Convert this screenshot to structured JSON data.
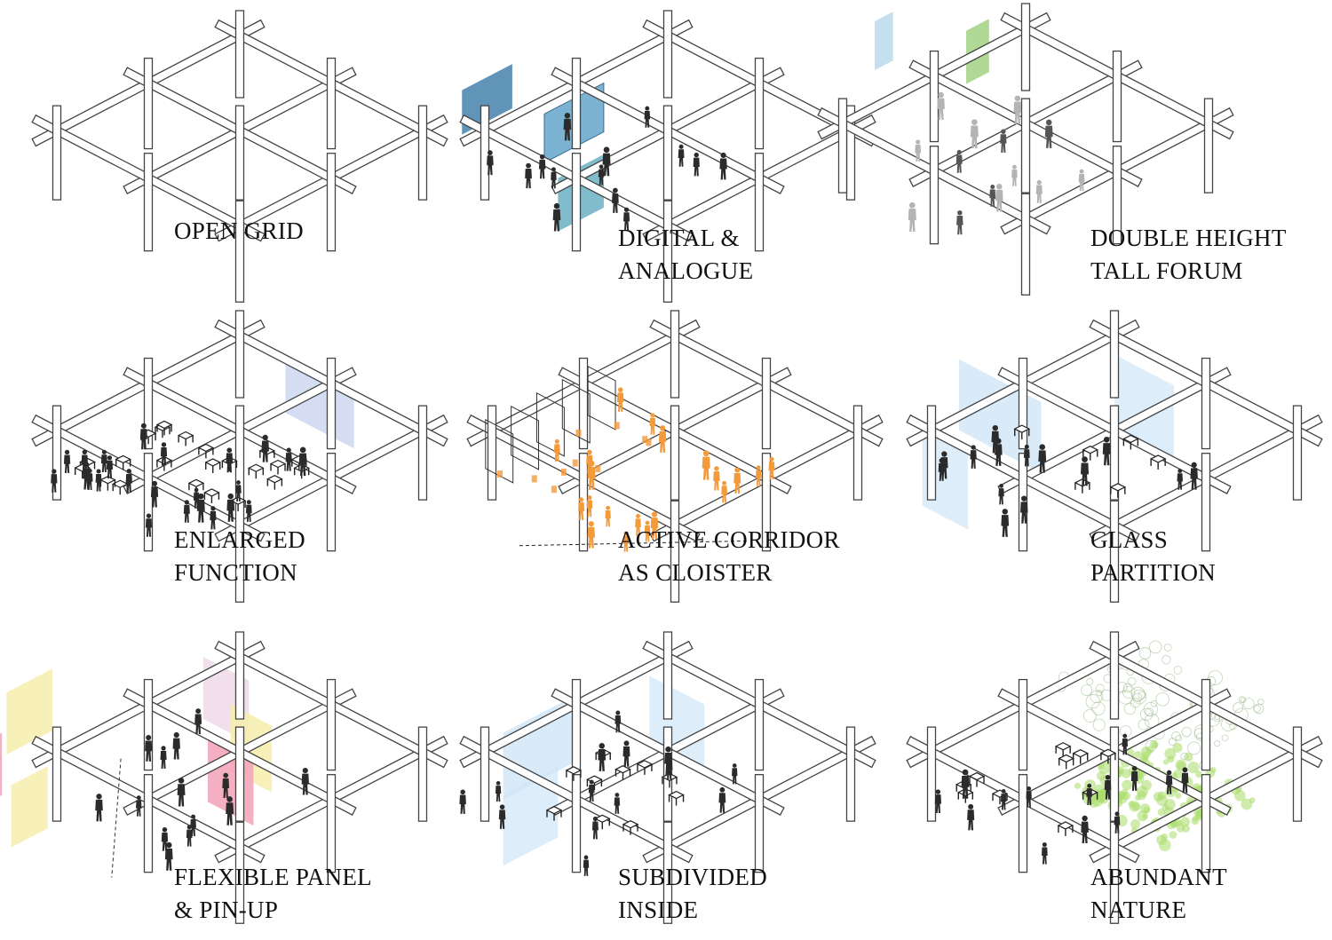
{
  "panels": [
    {
      "id": "open-grid",
      "lines": [
        "OPEN GRID"
      ],
      "fill": "none",
      "people": "none",
      "accent": "#ffffff"
    },
    {
      "id": "digital-analogue",
      "lines": [
        "DIGITAL &",
        "ANALOGUE"
      ],
      "fill": "screens",
      "people": "dark",
      "accent": "#5b9fc7"
    },
    {
      "id": "double-height",
      "lines": [
        "DOUBLE HEIGHT",
        "TALL FORUM"
      ],
      "fill": "tall",
      "people": "grey",
      "accent": "#a8d08d"
    },
    {
      "id": "enlarged-function",
      "lines": [
        "ENLARGED",
        "FUNCTION"
      ],
      "fill": "desks",
      "people": "dark",
      "accent": "#c9d4ee"
    },
    {
      "id": "active-corridor",
      "lines": [
        "ACTIVE CORRIDOR",
        "AS CLOISTER"
      ],
      "fill": "corridor",
      "people": "orange",
      "accent": "#f39a3b"
    },
    {
      "id": "glass-partition",
      "lines": [
        "GLASS",
        "PARTITION"
      ],
      "fill": "glass",
      "people": "dark",
      "accent": "#cfe6f6"
    },
    {
      "id": "flexible-panel",
      "lines": [
        "FLEXIBLE PANEL",
        "& PIN-UP"
      ],
      "fill": "panels",
      "people": "dark",
      "accent": "#f6eeb0"
    },
    {
      "id": "subdivided-inside",
      "lines": [
        "SUBDIVIDED",
        "INSIDE"
      ],
      "fill": "subdivided",
      "people": "dark",
      "accent": "#cfe6f6"
    },
    {
      "id": "abundant-nature",
      "lines": [
        "ABUNDANT",
        "NATURE"
      ],
      "fill": "nature",
      "people": "dark",
      "accent": "#a9dc6a"
    }
  ]
}
